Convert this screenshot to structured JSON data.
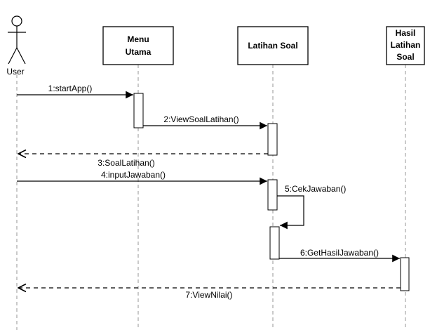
{
  "actor": {
    "name": "User"
  },
  "participants": [
    {
      "id": "menu",
      "lines": [
        "Menu",
        "Utama"
      ]
    },
    {
      "id": "latihan",
      "lines": [
        "Latihan Soal"
      ]
    },
    {
      "id": "hasil",
      "lines": [
        "Hasil",
        "Latihan",
        "Soal"
      ]
    }
  ],
  "messages": [
    {
      "id": "m1",
      "label": "1:startApp()",
      "from": "User",
      "to": "Menu Utama",
      "kind": "call"
    },
    {
      "id": "m2",
      "label": "2:ViewSoalLatihan()",
      "from": "Menu Utama",
      "to": "Latihan Soal",
      "kind": "call"
    },
    {
      "id": "m3",
      "label": "3:SoalLatihan()",
      "from": "Latihan Soal",
      "to": "User",
      "kind": "return"
    },
    {
      "id": "m4",
      "label": "4:inputJawaban()",
      "from": "User",
      "to": "Latihan Soal",
      "kind": "call"
    },
    {
      "id": "m5",
      "label": "5:CekJawaban()",
      "from": "Latihan Soal",
      "to": "Latihan Soal",
      "kind": "self"
    },
    {
      "id": "m6",
      "label": "6:GetHasilJawaban()",
      "from": "Latihan Soal",
      "to": "Hasil Latihan Soal",
      "kind": "call"
    },
    {
      "id": "m7",
      "label": "7:ViewNilai()",
      "from": "Hasil Latihan Soal",
      "to": "User",
      "kind": "return"
    }
  ]
}
